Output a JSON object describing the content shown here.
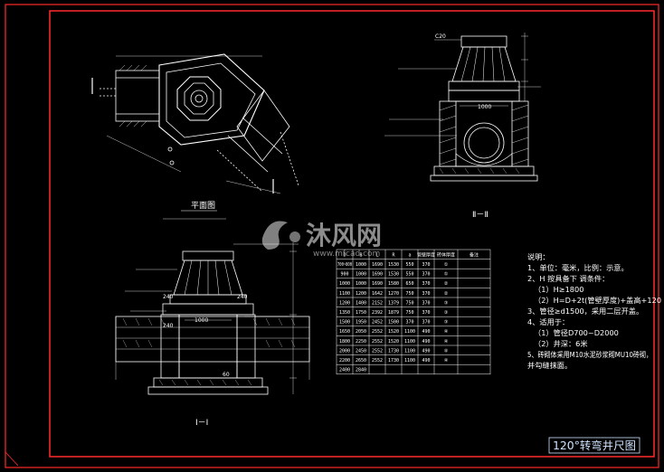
{
  "drawing": {
    "title": "120°转弯井尺图",
    "captions": {
      "plan": "平面图",
      "section_2": "Ⅱ－Ⅱ",
      "section_1": "Ⅰ－Ⅰ"
    },
    "dimension_labels": {
      "d1": "1000",
      "d2": "1000",
      "c20": "C20",
      "h240a": "240",
      "h240b": "240",
      "h240c": "240",
      "h60": "60"
    },
    "notes": {
      "heading": "说明：",
      "lines": [
        "1、单位：毫米，比例：示意。",
        "2、H 按具备下 调条件：",
        "（1）H≥1800",
        "（2）H=D+2t(管壁厚度)+盖高+120",
        "3、管径≥d1500，采用二层开盖。",
        "4、适用于：",
        "（1）管径D700~D2000",
        "（2）井深：6米",
        "5、砖砌体采用M10水泥砂浆砌MU10砖砌，",
        "   并勾缝抹面。"
      ]
    },
    "table": {
      "headers": [
        "D",
        "B",
        "L",
        "R",
        "a",
        "管壁厚度",
        "砖体厚度",
        "备注"
      ],
      "rows": [
        [
          "700~800",
          "1000",
          "1690",
          "1530",
          "550",
          "370",
          "①",
          ""
        ],
        [
          "900",
          "1000",
          "1690",
          "1530",
          "550",
          "370",
          "①",
          ""
        ],
        [
          "1000",
          "1000",
          "1690",
          "1580",
          "650",
          "370",
          "②",
          ""
        ],
        [
          "1100",
          "1200",
          "1642",
          "1270",
          "750",
          "370",
          "②",
          ""
        ],
        [
          "1200",
          "1400",
          "2152",
          "1379",
          "750",
          "370",
          "③",
          ""
        ],
        [
          "1350",
          "1750",
          "2392",
          "1879",
          "750",
          "370",
          "③",
          ""
        ],
        [
          "1500",
          "1950",
          "2452",
          "1500",
          "370",
          "370",
          "③",
          ""
        ],
        [
          "1650",
          "2050",
          "2552",
          "1520",
          "1100",
          "490",
          "④",
          ""
        ],
        [
          "1800",
          "2250",
          "2552",
          "1520",
          "1100",
          "490",
          "④",
          ""
        ],
        [
          "2000",
          "2450",
          "2552",
          "1730",
          "1100",
          "490",
          "④",
          ""
        ],
        [
          "2200",
          "2650",
          "2552",
          "1730",
          "1100",
          "490",
          "④",
          ""
        ],
        [
          "2400",
          "2840",
          "",
          "",
          "",
          "",
          "",
          ""
        ]
      ]
    },
    "watermark": {
      "brand": "沐风网",
      "url": "www.mfcad.com"
    }
  }
}
